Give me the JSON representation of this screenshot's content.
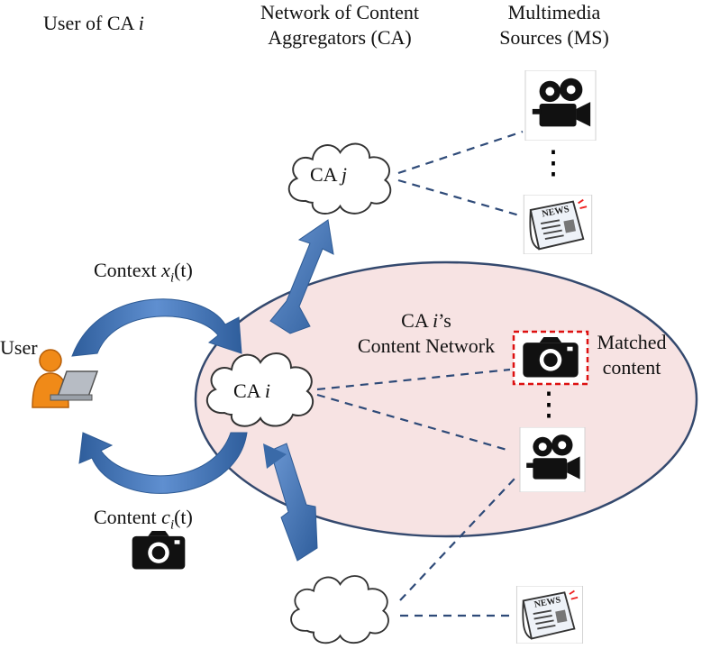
{
  "headers": {
    "user_of_ca": "User of CA",
    "user_of_ca_var": "i",
    "network_line1": "Network of Content",
    "network_line2": "Aggregators (CA)",
    "sources_line1": "Multimedia",
    "sources_line2": "Sources (MS)"
  },
  "labels": {
    "context_prefix": "Context",
    "context_math": "x",
    "context_sub": "i",
    "context_arg": "(t)",
    "content_prefix": "Content",
    "content_math": "c",
    "content_sub": "i",
    "content_arg": "(t)",
    "user": "User",
    "ca_j_prefix": "CA",
    "ca_j_var": "j",
    "ca_i_prefix": "CA",
    "ca_i_var": "i",
    "network_title_prefix": "CA",
    "network_title_var": "i",
    "network_title_suffix": "’s",
    "network_title_line2": "Content Network",
    "matched_line1": "Matched",
    "matched_line2": "content",
    "ellipsis_dots": "⋮"
  },
  "icons": [
    "user-laptop-icon",
    "movie-camera-icon",
    "newspaper-icon",
    "photo-camera-icon",
    "cloud-icon"
  ],
  "colors": {
    "arrow_blue": "#4f7fbf",
    "arrow_dark": "#2e5b95",
    "ellipse_fill": "#f7e3e3",
    "ellipse_stroke": "#34496e",
    "dash_line": "#2e4a78",
    "matched_box": "#dd1111",
    "user_orange": "#f08a18"
  }
}
